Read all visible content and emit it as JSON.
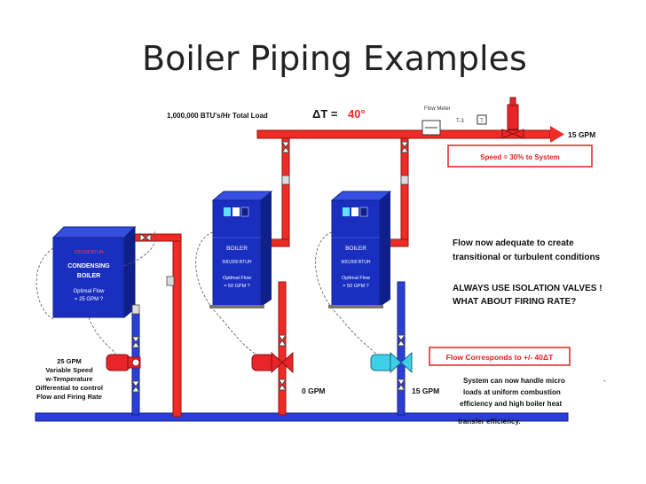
{
  "title": "Boiler Piping Examples",
  "labels": {
    "total_load": "1,000,000 BTU's/Hr Total Load",
    "delta_t": "ΔT = ",
    "delta_t_value": "40°",
    "flow_meter": "Flow Meter",
    "t3": "T-3",
    "t_box": "T",
    "gpm_out": "15 GPM",
    "speed_box": "Speed = 30% to  System",
    "condensing_rating": "200,000 BTUH",
    "condensing_name1": "CONDENSING",
    "condensing_name2": "BOILER",
    "condensing_flow1": "Optimal Flow",
    "condensing_flow2": "= 25 GPM ?",
    "boiler_name": "BOILER",
    "boiler_rating": "500,000 BTUH",
    "boiler_flow1": "Optimal Flow",
    "boiler_flow2": "= 50 GPM ?",
    "flow_now1": "Flow now  adequate to create",
    "flow_now2": "transitional or turbulent conditions",
    "isolation1": "ALWAYS USE ISOLATION VALVES !",
    "isolation2": "WHAT ABOUT FIRING RATE?",
    "corresponds": "Flow Corresponds to +/- 40ΔT",
    "dash": "-",
    "system_note1": "System can now handle micro",
    "system_note2": "loads at uniform combustion",
    "system_note3": "efficiency and high boiler heat",
    "system_note4": "transfer efficiency.",
    "var_speed1": "25 GPM",
    "var_speed2": "Variable Speed",
    "var_speed3": "w-Temperature",
    "var_speed4": "Differential to control",
    "var_speed5": "Flow and Firing Rate",
    "gpm_zero": "0 GPM",
    "gpm_fifteen": "15 GPM"
  },
  "colors": {
    "supply_pipe": "#ee2b24",
    "return_pipe": "#2b3fd6",
    "boiler_body": "#1a2fc0",
    "red_pump": "#e8262a",
    "cyan_pump": "#3fd0e8",
    "callout_border": "#e02020"
  }
}
